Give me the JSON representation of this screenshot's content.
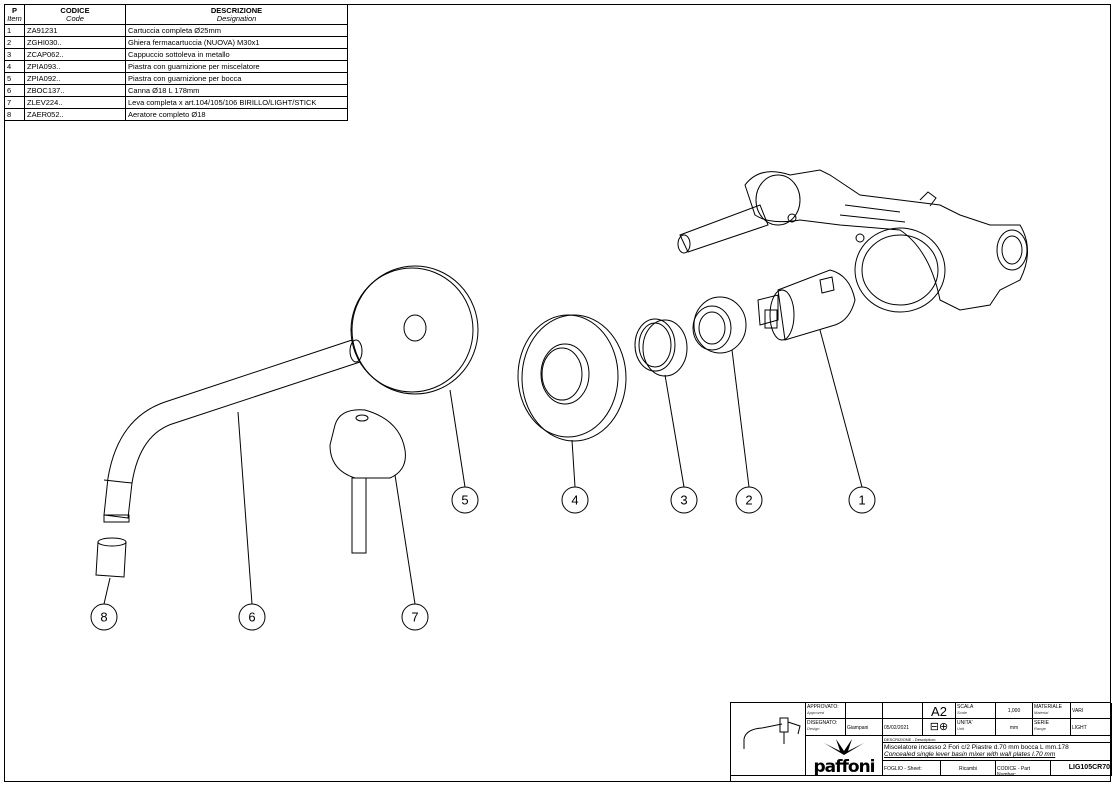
{
  "parts_table": {
    "headers": {
      "item": "P",
      "item_en": "Item",
      "code": "CODICE",
      "code_en": "Code",
      "desc": "DESCRIZIONE",
      "desc_en": "Designation"
    },
    "rows": [
      {
        "item": "1",
        "code": "ZA91231",
        "desc": "Cartuccia completa Ø25mm"
      },
      {
        "item": "2",
        "code": "ZGHI030..",
        "desc": "Ghiera fermacartuccia (NUOVA) M30x1"
      },
      {
        "item": "3",
        "code": "ZCAP062..",
        "desc": "Cappuccio sottoleva in metallo"
      },
      {
        "item": "4",
        "code": "ZPIA093..",
        "desc": "Piastra con guarnizione per miscelatore"
      },
      {
        "item": "5",
        "code": "ZPIA092..",
        "desc": "Piastra con guarnizione per bocca"
      },
      {
        "item": "6",
        "code": "ZBOC137..",
        "desc": "Canna Ø18 L 178mm"
      },
      {
        "item": "7",
        "code": "ZLEV224..",
        "desc": "Leva completa x art.104/105/106  BIRILLO/LIGHT/STICK"
      },
      {
        "item": "8",
        "code": "ZAER052..",
        "desc": "Aeratore completo Ø18"
      }
    ]
  },
  "balloons": [
    "1",
    "2",
    "3",
    "4",
    "5",
    "6",
    "7",
    "8"
  ],
  "title_block": {
    "approved_label": "APPROVATO:",
    "approved_en": "Approved",
    "designed_label": "DISEGNATO:",
    "designed_en": "Design",
    "designer": "Giampani",
    "date": "05/02/2021",
    "format": "A2",
    "scale_label": "SCALA",
    "scale_en": "Scale",
    "scale": "1,000",
    "material_label": "MATERIALE",
    "material_en": "Material",
    "material": "VARI",
    "unit_label": "UNITA'",
    "unit_en": "Unit",
    "unit": "mm",
    "series_label": "SERIE",
    "series_en": "Range",
    "series": "LIGHT",
    "description_label": "DESCRIZIONE - Description:",
    "description_it": "Miscelatore incasso 2 Fori c/2 Piastre d.70 mm bocca L mm.178",
    "description_en": "Concealed single lever basin mixer with wall plates l.70 mm",
    "sheet_label": "FOGLIO - Sheet:",
    "sheet": "Ricambi",
    "code_label": "CODICE - Part Number:",
    "code": "LIG105CR70",
    "brand": "paffoni"
  }
}
